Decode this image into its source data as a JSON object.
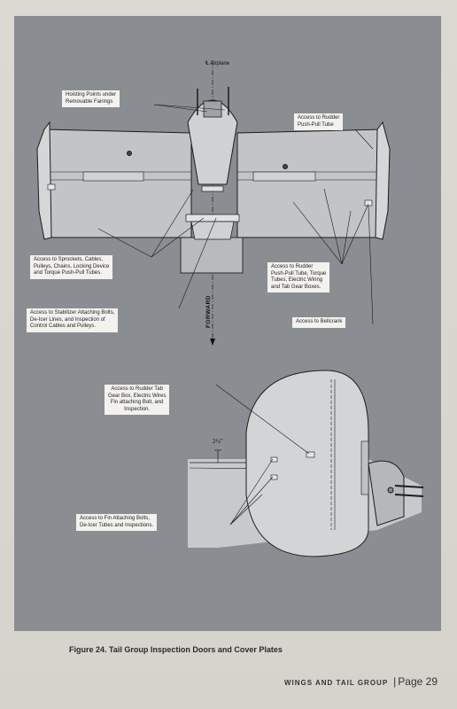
{
  "figure": {
    "top_view_labels": {
      "airplane_axis": "℄ Airplane",
      "hoisting_points": "Hoisting Points under\nRemovable Fairings",
      "rudder_push_pull": "Access to Rudder\nPush-Pull Tube",
      "sprockets": "Access to Sprockets, Cables,\nPulleys, Chains, Locking Device\nand Torque Push-Pull Tubes.",
      "rudder_torque": "Access to Rudder\nPush-Pull Tube, Torque\nTubes, Electric Wiring\nand Tab Gear Boxes.",
      "stabilizer": "Access to Stabilizer Attaching Bolts,\nDe-Icer Lines, and Inspection of\nControl Cables and Pulleys.",
      "bellcrank": "Access to Bellcrank",
      "forward": "FORWARD"
    },
    "side_view_labels": {
      "rudder_tab": "Access to Rudder Tab\nGear Box, Electric Wires\nFin attaching Bolt, and\nInspection.",
      "dimension": "2½\"",
      "fin_bolts": "Access to Fin Attaching Bolts,\nDe-Icer Tubes and Inspections."
    },
    "caption": "Figure 24.   Tail Group Inspection Doors and Cover Plates"
  },
  "footer": {
    "section": "WINGS AND TAIL GROUP",
    "page_label": "Page 29"
  }
}
